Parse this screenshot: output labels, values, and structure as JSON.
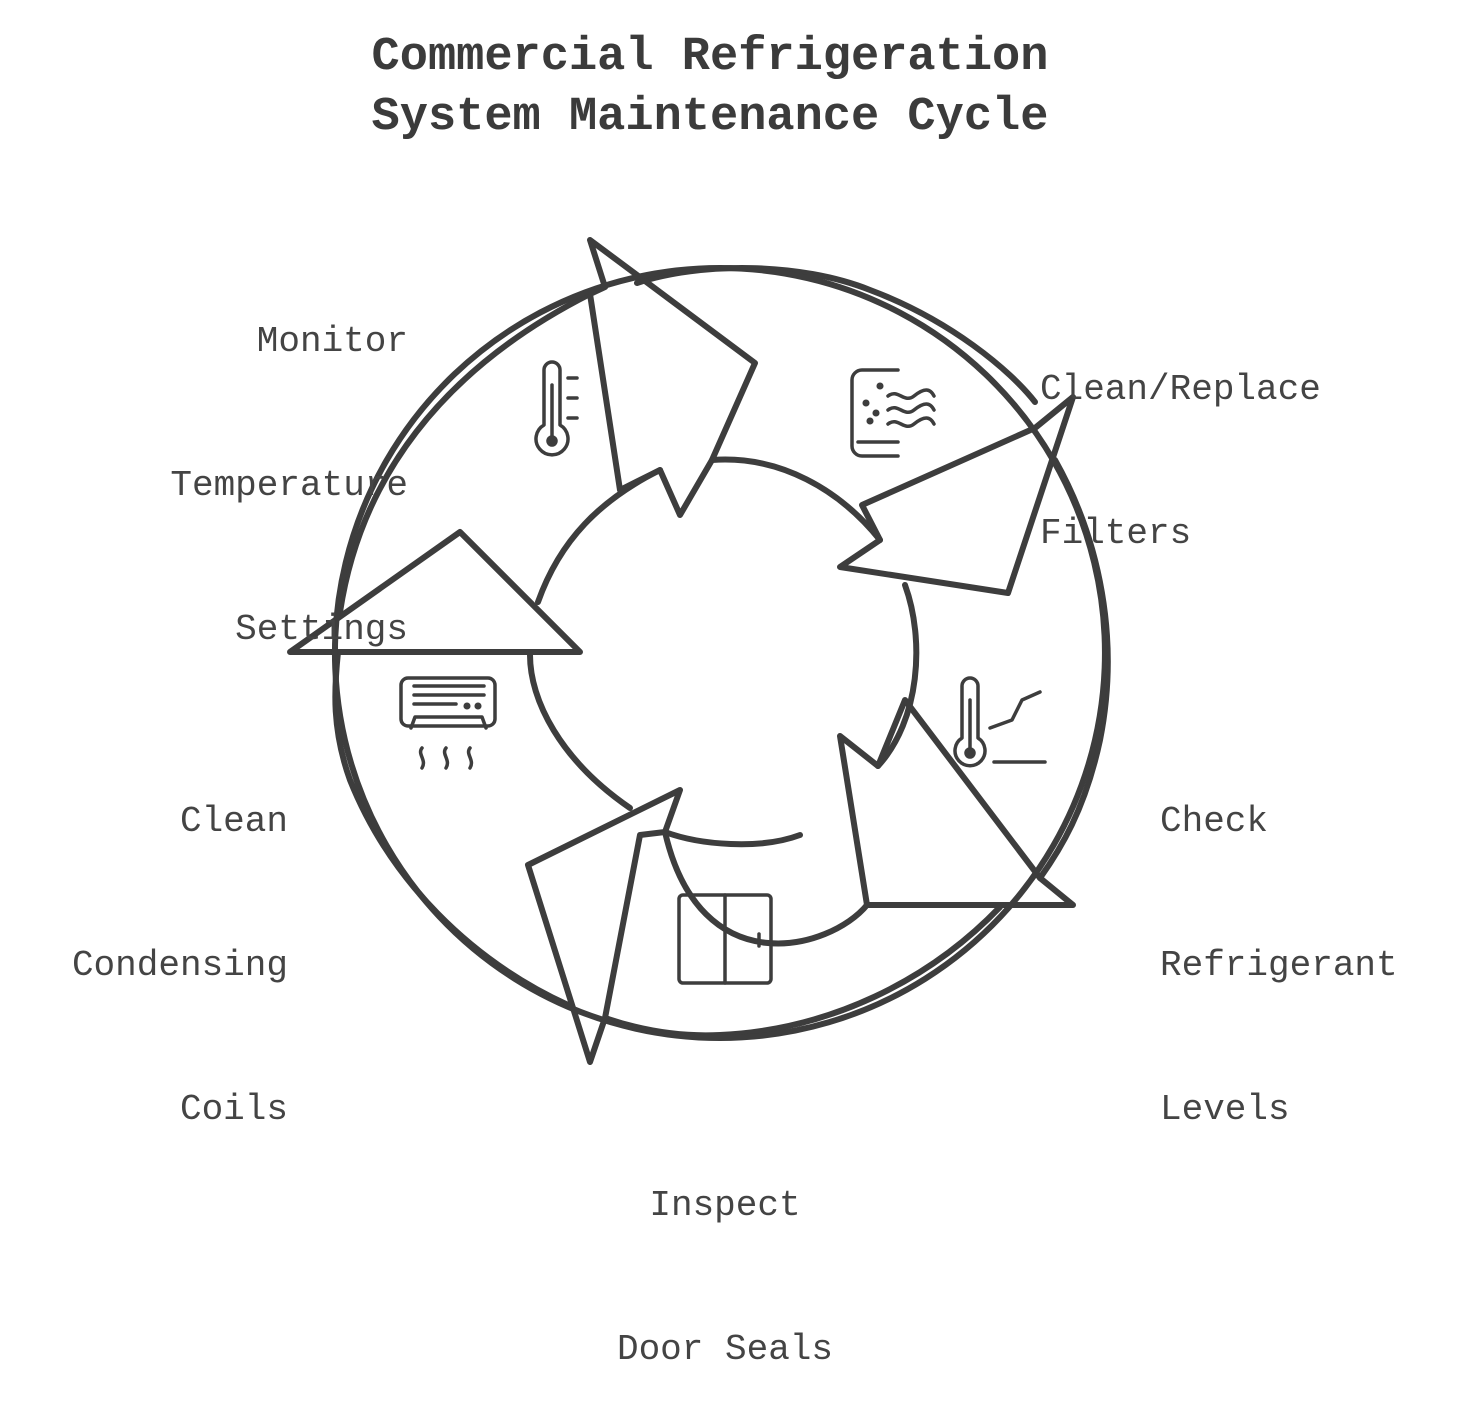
{
  "title": {
    "line1": "Commercial Refrigeration",
    "line2": "System Maintenance Cycle"
  },
  "steps": [
    {
      "lines": [
        "Monitor",
        "Temperature",
        "Settings"
      ],
      "icon": "thermometer-icon"
    },
    {
      "lines": [
        "Clean/Replace",
        "Filters"
      ],
      "icon": "filter-airflow-icon"
    },
    {
      "lines": [
        "Check",
        "Refrigerant",
        "Levels"
      ],
      "icon": "thermometer-graph-icon"
    },
    {
      "lines": [
        "Inspect",
        "Door Seals"
      ],
      "icon": "double-door-icon"
    },
    {
      "lines": [
        "Clean",
        "Condensing",
        "Coils"
      ],
      "icon": "ac-unit-icon"
    }
  ],
  "colors": {
    "stroke": "#3d3d3d",
    "text": "#444444",
    "background": "#ffffff"
  }
}
